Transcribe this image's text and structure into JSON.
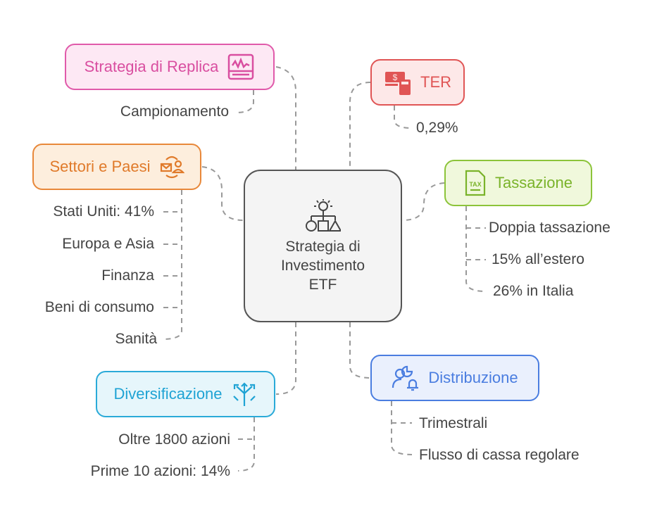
{
  "center": {
    "title": "Strategia di Investimento ETF",
    "icon": "strategy-icon"
  },
  "branches": {
    "replica": {
      "label": "Strategia di Replica",
      "icon": "chart-monitor-icon",
      "color": "#d94ea0",
      "items": [
        "Campionamento"
      ]
    },
    "ter": {
      "label": "TER",
      "icon": "money-calculator-icon",
      "color": "#e05555",
      "items": [
        "0,29%"
      ]
    },
    "settori": {
      "label": "Settori e Paesi",
      "icon": "mail-user-exchange-icon",
      "color": "#e07a2a",
      "items": [
        "Stati Uniti: 41%",
        "Europa e Asia",
        "Finanza",
        "Beni di consumo",
        "Sanità"
      ]
    },
    "tassazione": {
      "label": "Tassazione",
      "icon": "tax-document-icon",
      "color": "#7ab32a",
      "items": [
        "Doppia tassazione",
        "15% all’estero",
        "26% in Italia"
      ]
    },
    "diversificazione": {
      "label": "Diversificazione",
      "icon": "split-arrows-icon",
      "color": "#1fa3d4",
      "items": [
        "Oltre 1800 azioni",
        "Prime 10 azioni: 14%"
      ]
    },
    "distribuzione": {
      "label": "Distribuzione",
      "icon": "user-chart-bell-icon",
      "color": "#4a7de0",
      "items": [
        "Trimestrali",
        "Flusso di cassa regolare"
      ]
    }
  }
}
